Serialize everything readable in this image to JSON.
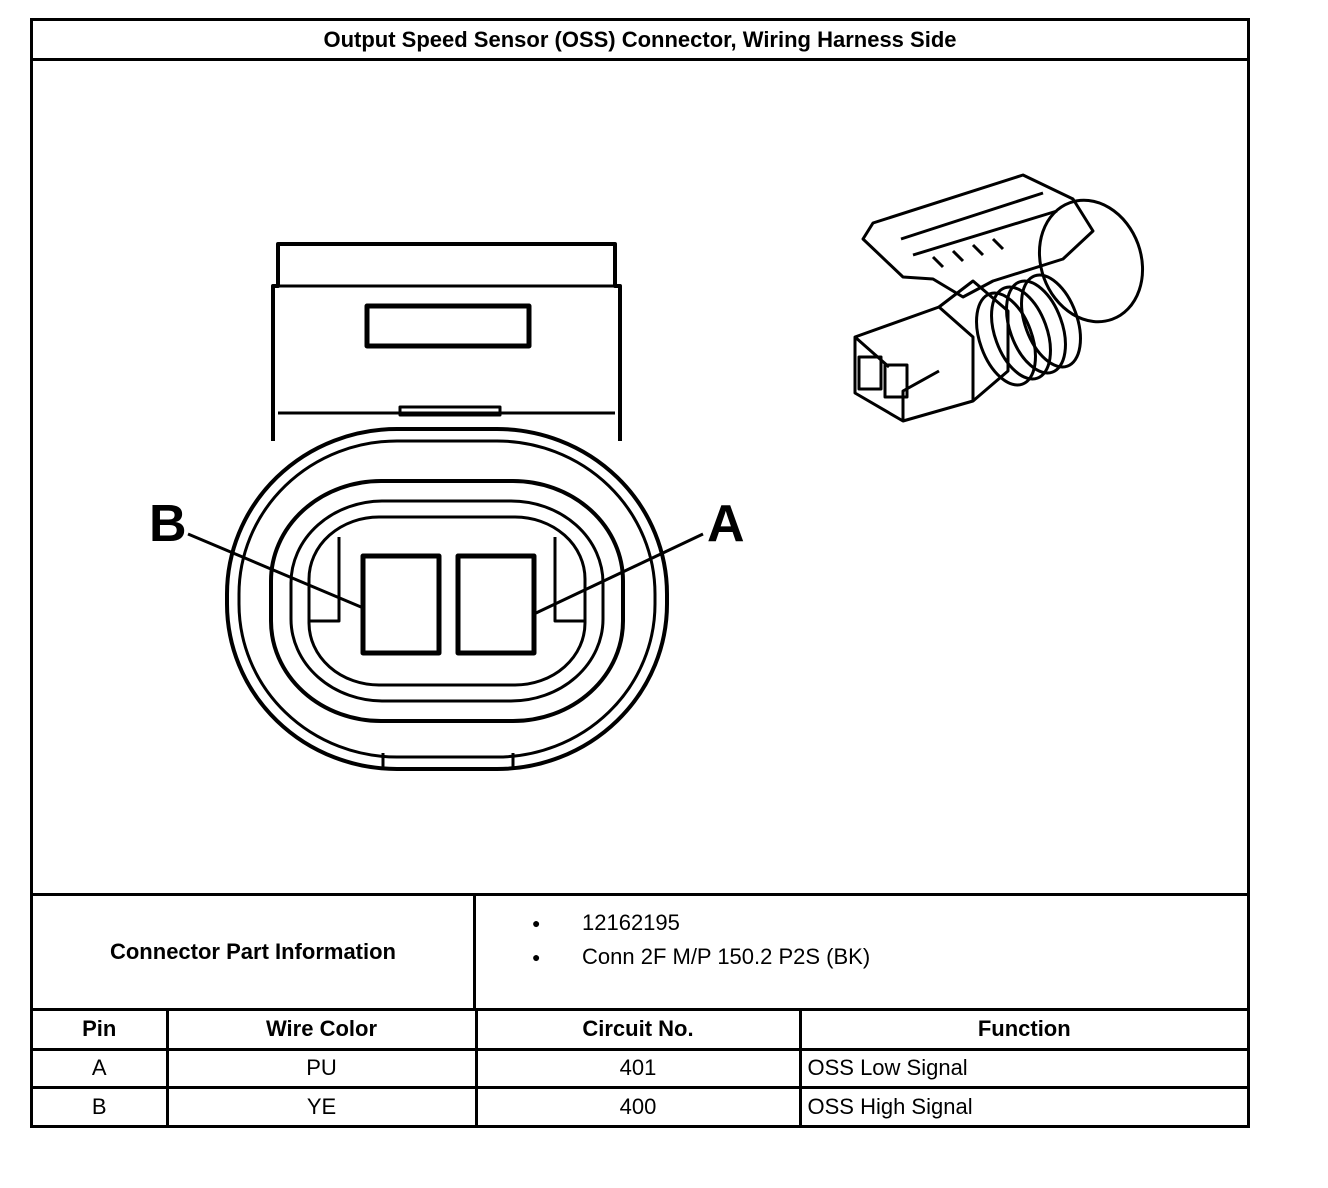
{
  "title": "Output Speed Sensor (OSS) Connector, Wiring Harness Side",
  "figure": {
    "pin_labels": {
      "left": "B",
      "right": "A"
    }
  },
  "connector_info": {
    "label": "Connector Part Information",
    "items": [
      "12162195",
      "Conn 2F M/P 150.2 P2S (BK)"
    ]
  },
  "pin_table": {
    "headers": [
      "Pin",
      "Wire Color",
      "Circuit No.",
      "Function"
    ],
    "rows": [
      {
        "pin": "A",
        "wire_color": "PU",
        "circuit": "401",
        "function": "OSS Low Signal"
      },
      {
        "pin": "B",
        "wire_color": "YE",
        "circuit": "400",
        "function": "OSS High Signal"
      }
    ]
  }
}
